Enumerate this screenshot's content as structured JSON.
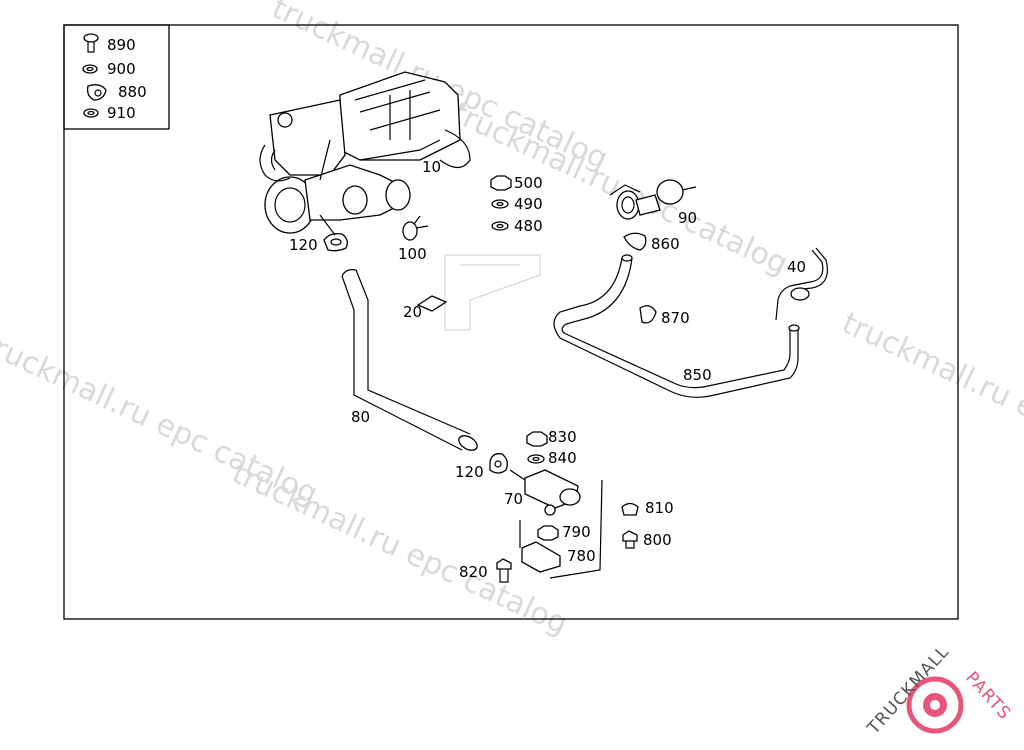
{
  "legend": [
    {
      "icon": "screw-icon",
      "label": "890"
    },
    {
      "icon": "washer-icon",
      "label": "900"
    },
    {
      "icon": "clip-icon",
      "label": "880"
    },
    {
      "icon": "ring-icon",
      "label": "910"
    }
  ],
  "parts": {
    "p10": "10",
    "p120a": "120",
    "p100": "100",
    "p20": "20",
    "p80": "80",
    "p120b": "120",
    "p500": "500",
    "p490": "490",
    "p480": "480",
    "p90": "90",
    "p860": "860",
    "p40": "40",
    "p870": "870",
    "p850": "850",
    "p830": "830",
    "p840": "840",
    "p70": "70",
    "p810": "810",
    "p790": "790",
    "p800": "800",
    "p780": "780",
    "p820": "820"
  },
  "watermarks": [
    "truckmall.ru epc catalog",
    "truckmall.ru epc catalog",
    "truckmall.ru epc catalog",
    "truckmall.ru epc catalog",
    "truckmall.ru epc catalog"
  ],
  "logo": {
    "text_dark": "TRUCKMALL",
    "text_accent": "PARTS",
    "accent_color": "#e8557a",
    "dark_color": "#555555"
  },
  "colors": {
    "line": "#000000",
    "watermark": "#d9d9d9"
  }
}
